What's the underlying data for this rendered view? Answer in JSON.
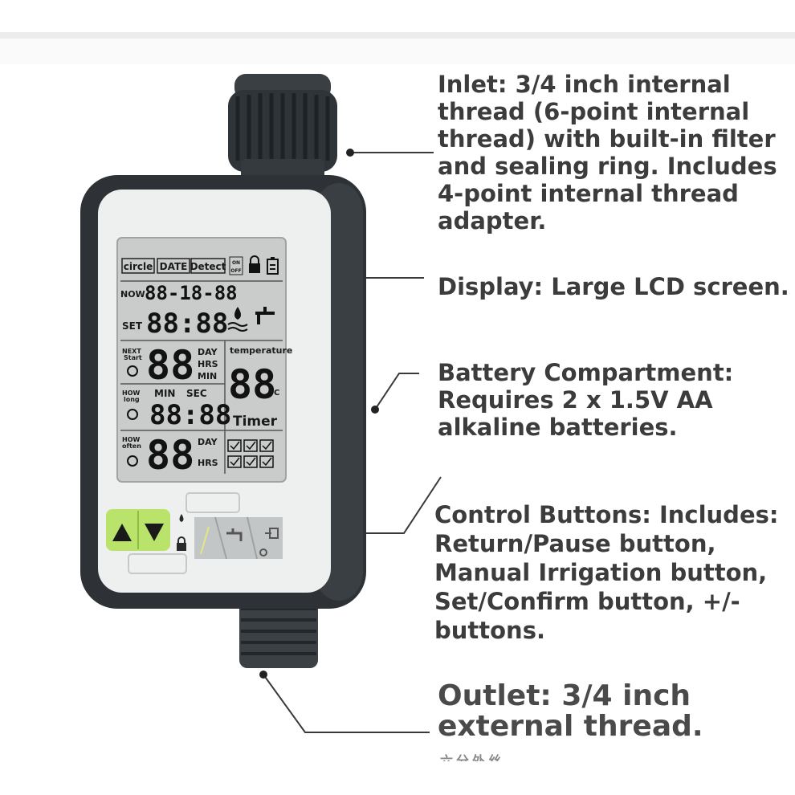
{
  "callouts": {
    "inlet": "Inlet: 3/4 inch internal thread (6-point internal thread) with built-in filter and sealing ring. Includes 4-point internal thread adapter.",
    "display": "Display: Large LCD screen.",
    "battery": "Battery Compartment: Requires 2 x 1.5V AA alkaline batteries.",
    "buttons": "Control Buttons: Includes: Return/Pause button, Manual Irrigation button, Set/Confirm button, +/- buttons.",
    "outlet": "Outlet: 3/4 inch external thread.",
    "cjk_fragment": "六分外丝"
  },
  "lcd": {
    "tab_circle": "circle",
    "tab_date": "DATE",
    "tab_detect": "Detect",
    "on_label": "ON",
    "off_label": "OFF",
    "now_label": "NOW",
    "now_value": "88-18-88",
    "set_label": "SET",
    "set_value": "88:88",
    "next_label_1": "NEXT",
    "next_label_2": "Start",
    "next_value": "88",
    "day": "DAY",
    "hrs": "HRS",
    "min": "MIN",
    "temperature_label": "temperature",
    "temperature_value": "88",
    "temperature_unit": "°C",
    "how_long_1": "HOW",
    "how_long_2": "long",
    "min_head": "MIN",
    "sec_head": "SEC",
    "how_long_value": "88:88",
    "timer_label": "Timer",
    "how_often_1": "HOW",
    "how_often_2": "often",
    "how_often_value": "88",
    "day2": "DAY",
    "hrs2": "HRS"
  },
  "colors": {
    "text": "#3c3c3c",
    "housing": "#2e3236",
    "lcd": "#c9cccb",
    "arrow_buttons": "#b9e36a"
  }
}
